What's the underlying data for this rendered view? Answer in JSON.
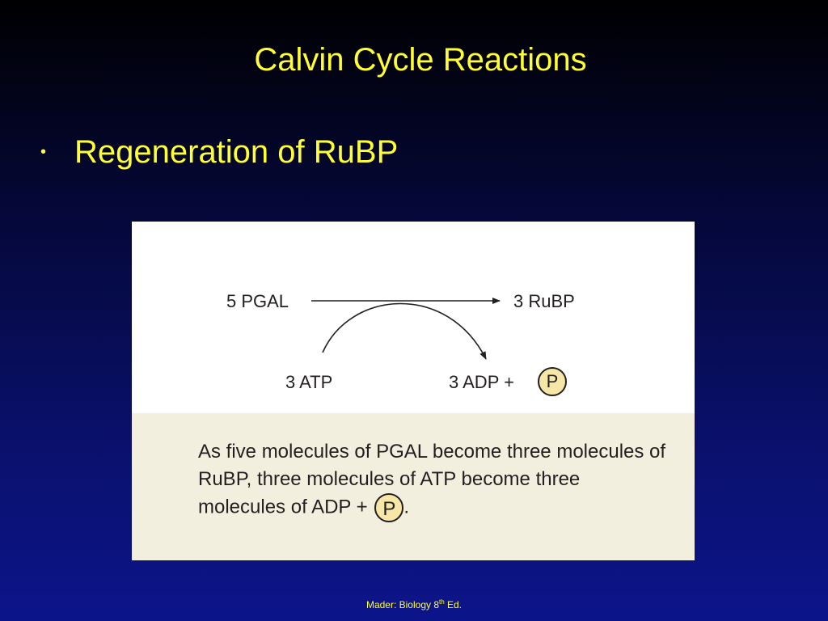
{
  "slide": {
    "title": "Calvin Cycle Reactions",
    "bullet_marker": "•",
    "bullet_text": "Regeneration of RuBP"
  },
  "figure": {
    "reactant": "5 PGAL",
    "product": "3 RuBP",
    "energy_in": "3 ATP",
    "energy_out": "3 ADP +",
    "phosphate_symbol": "P",
    "caption_before": "As five molecules of PGAL become three molecules of RuBP, three molecules of ATP become three molecules of ADP +",
    "caption_after": ".",
    "colors": {
      "caption_bg": "#f3efdf",
      "phosphate_fill": "#f6e7a8"
    }
  },
  "footer": {
    "text_before": "Mader: Biology 8",
    "superscript": "th",
    "text_after": " Ed."
  }
}
